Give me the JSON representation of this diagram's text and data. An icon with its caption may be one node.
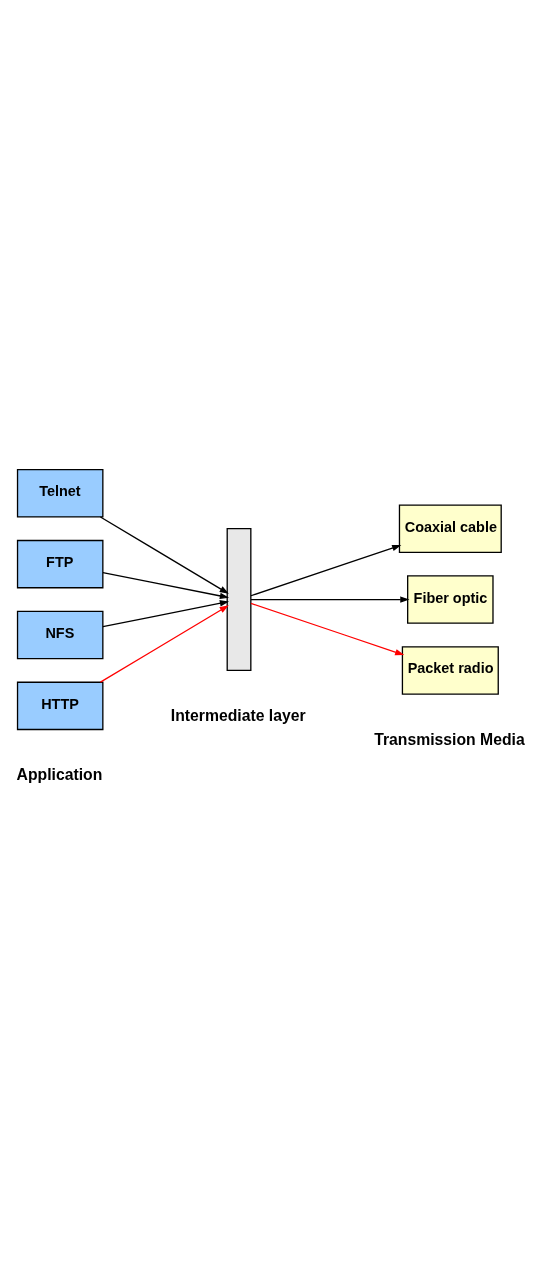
{
  "diagram": {
    "nodes": [
      {
        "text": [
          "Telnet"
        ]
      },
      {
        "text": [
          "FTP"
        ]
      },
      {
        "text": [
          "NFS"
        ]
      },
      {
        "text": [
          "HTTP"
        ]
      },
      {
        "text": [],
        "shape": "box"
      },
      {
        "text": [
          "Coaxial cable"
        ]
      },
      {
        "text": [
          "Fiber optic"
        ]
      },
      {
        "text": [
          "Packet radio"
        ]
      }
    ],
    "edges": [
      {
        "from": 3,
        "to": 4,
        "arrow": "to",
        "color": "#ff0000"
      },
      {
        "from": 2,
        "to": 4,
        "arrow": "to"
      },
      {
        "from": 1,
        "to": 4,
        "arrow": "to"
      },
      {
        "from": 0,
        "to": 4,
        "arrow": "to"
      },
      {
        "from": 4,
        "to": 7,
        "arrow": "to",
        "color": "#ff0000"
      },
      {
        "from": 4,
        "to": 6,
        "arrow": "to"
      },
      {
        "from": 4,
        "to": 5,
        "arrow": "to"
      }
    ],
    "labels": [
      "Application",
      "Intermediate layer",
      "Transmission Media"
    ]
  }
}
